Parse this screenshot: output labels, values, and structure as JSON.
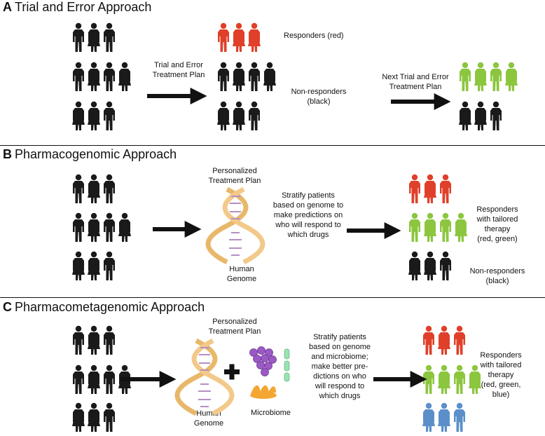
{
  "panels": {
    "a": {
      "letter": "A",
      "title": "Trial and Error Approach",
      "arrow1_label": "Trial and Error\nTreatment Plan",
      "responders_label": "Responders (red)",
      "nonresponders_label": "Non-responders\n(black)",
      "arrow2_label": "Next Trial and Error\nTreatment Plan"
    },
    "b": {
      "letter": "B",
      "title": "Pharmacogenomic Approach",
      "plan_label": "Personalized\nTreatment Plan",
      "genome_label": "Human\nGenome",
      "stratify_label": "Stratify patients\nbased on genome to\nmake predictions on\nwho will respond to\nwhich drugs",
      "responders_label": "Responders\nwith tailored\ntherapy\n(red, green)",
      "nonresponders_label": "Non-responders\n(black)"
    },
    "c": {
      "letter": "C",
      "title": "Pharmacometagenomic Approach",
      "plan_label": "Personalized\nTreatment Plan",
      "genome_label": "Human\nGenome",
      "microbiome_label": "Microbiome",
      "stratify_label": "Stratify patients\nbased on genome\nand microbiome;\nmake better pre-\ndictions on who\nwill respond to\nwhich drugs",
      "responders_label": "Responders\nwith tailored\ntherapy\n(red, green,\nblue)"
    }
  },
  "colors": {
    "black": "#1a1a1a",
    "red": "#e0402a",
    "green": "#8cc63f",
    "blue": "#5b8fc9",
    "dna_strand": "#f3c98a",
    "dna_rung": "#c0a0c8",
    "microbe_purple": "#9b59c6",
    "microbe_green": "#9be3b0",
    "microbe_orange": "#f3a632"
  }
}
